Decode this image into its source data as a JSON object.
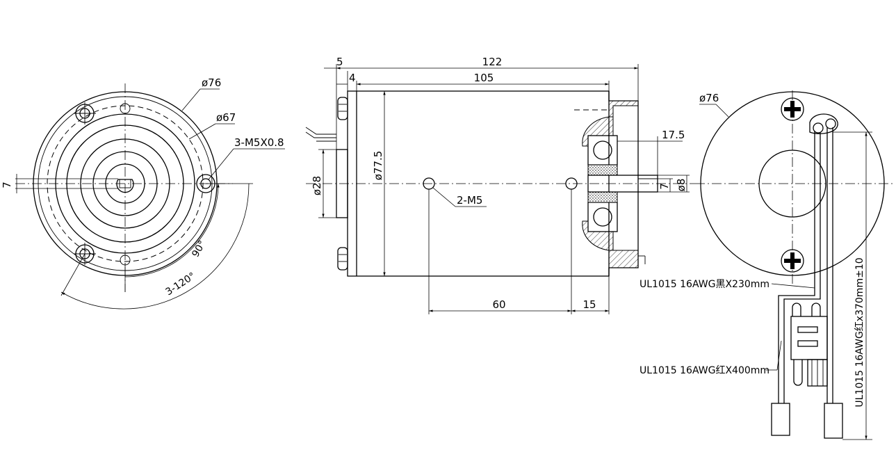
{
  "front_view": {
    "dia_outer": "ø76",
    "dia_pitch": "ø67",
    "tapped_holes": "3-M5X0.8",
    "flat": "7",
    "angle_90": "90°",
    "angle_pattern": "3-120°"
  },
  "side_view": {
    "overall_length": "122",
    "body_length": "105",
    "flange_offset": "5",
    "cap_offset": "4",
    "dia_boss": "ø28",
    "dia_body": "ø77.5",
    "side_holes": "2-M5",
    "hole_spacing": "60",
    "hole_to_end": "15",
    "shaft_length": "17.5",
    "shaft_flat": "7",
    "shaft_dia": "ø8"
  },
  "rear_view": {
    "dia_outer": "ø76",
    "wire_black": "UL1015  16AWG黑X230mm",
    "wire_red": "UL1015  16AWG红X400mm",
    "wire_lead": "UL1015  16AWG红x370mm±10"
  }
}
